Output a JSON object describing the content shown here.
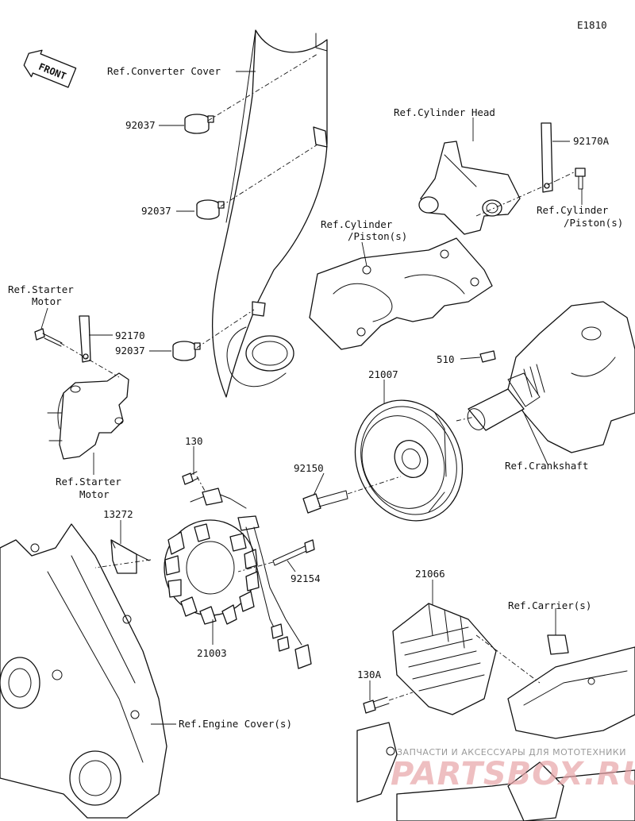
{
  "diagram_code": "E1810",
  "front_label": "FRONT",
  "labels": {
    "ref_converter_cover": "Ref.Converter Cover",
    "p92037_a": "92037",
    "p92037_b": "92037",
    "p92037_c": "92037",
    "ref_cylinder_head": "Ref.Cylinder Head",
    "p92170A": "92170A",
    "ref_cyl_piston_left_1": "Ref.Cylinder",
    "ref_cyl_piston_left_2": "/Piston(s)",
    "ref_cyl_piston_right_1": "Ref.Cylinder",
    "ref_cyl_piston_right_2": "/Piston(s)",
    "ref_starter_motor_top_1": "Ref.Starter",
    "ref_starter_motor_top_2": "Motor",
    "p92170": "92170",
    "p510": "510",
    "p21007": "21007",
    "ref_crankshaft": "Ref.Crankshaft",
    "ref_starter_motor_bottom_1": "Ref.Starter",
    "ref_starter_motor_bottom_2": "Motor",
    "p130": "130",
    "p92150": "92150",
    "p13272": "13272",
    "p92154": "92154",
    "p21003": "21003",
    "p21066": "21066",
    "ref_carriers": "Ref.Carrier(s)",
    "p130A": "130A",
    "ref_engine_covers": "Ref.Engine Cover(s)"
  },
  "watermark": {
    "line1": "ЗАПЧАСТИ И АКСЕССУАРЫ ДЛЯ МОТОТЕХНИКИ",
    "line2": "PARTSBOX.RU"
  }
}
